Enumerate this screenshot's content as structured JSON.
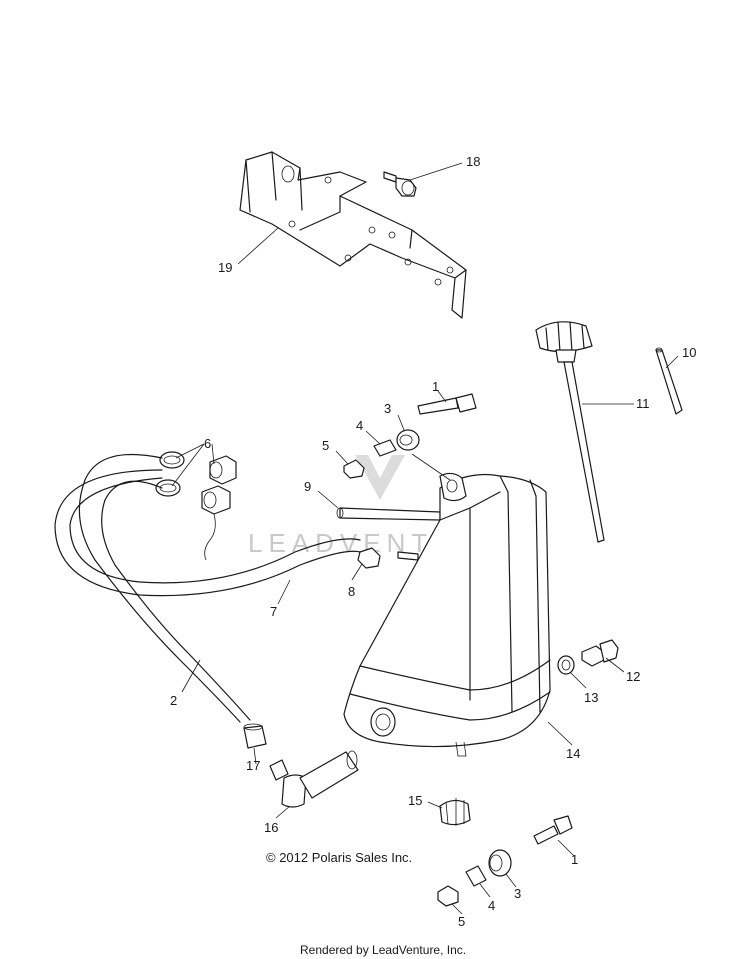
{
  "callouts": {
    "c1a": "1",
    "c1b": "1",
    "c2": "2",
    "c3a": "3",
    "c3b": "3",
    "c4a": "4",
    "c4b": "4",
    "c5a": "5",
    "c5b": "5",
    "c6": "6",
    "c7": "7",
    "c8": "8",
    "c9": "9",
    "c10": "10",
    "c11": "11",
    "c12": "12",
    "c13": "13",
    "c14": "14",
    "c15": "15",
    "c16": "16",
    "c17": "17",
    "c18": "18",
    "c19": "19"
  },
  "watermark": "LEADVENTURE",
  "copyright": "© 2012 Polaris Sales Inc.",
  "footer": "Rendered by LeadVenture, Inc."
}
